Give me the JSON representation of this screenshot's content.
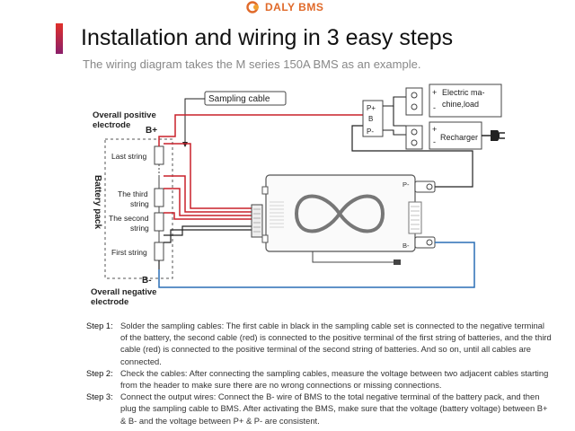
{
  "brand": {
    "name": "DALY BMS",
    "color": "#e06a2a"
  },
  "header": {
    "title": "Installation and wiring in 3 easy steps",
    "subtitle": "The wiring diagram takes the M series 150A BMS as an example."
  },
  "diagram": {
    "sampling_cable": "Sampling cable",
    "overall_positive": "Overall positive",
    "electrode_pos": "electrode",
    "b_plus": "B+",
    "b_minus": "B-",
    "overall_negative": "Overall negative",
    "electrode_neg": "electrode",
    "battery_pack": "Battery pack",
    "last_string": "Last string",
    "third_string_1": "The third",
    "third_string_2": "string",
    "second_string_1": "The second",
    "second_string_2": "string",
    "first_string": "First string",
    "conn_p_plus": "P+",
    "conn_b": "B",
    "conn_p_minus": "P-",
    "electric_machine_1": "Electric ma-",
    "electric_machine_2": "chine,load",
    "recharger": "Recharger",
    "bms_p_minus": "P-",
    "bms_b_minus": "B-",
    "plus_sign": "+",
    "minus_sign": "-",
    "colors": {
      "red": "#c8202a",
      "blue": "#2a6fb5",
      "black": "#222222"
    }
  },
  "steps": [
    {
      "label": "Step 1:",
      "text": "Solder the sampling cables: The first cable in black in the sampling cable set is connected to the negative terminal of the battery, the second cable (red) is connected to the positive terminal of the first string of batteries, and the third cable (red) is connected to the positive terminal of the second string of batteries. And so on, until all cables are connected."
    },
    {
      "label": "Step 2:",
      "text": "Check the cables: After connecting the sampling cables, measure the voltage between two adjacent cables starting from the header to make sure there are no wrong connections or missing connections."
    },
    {
      "label": "Step 3:",
      "text": "Connect the output wires: Connect the B- wire of BMS to the total negative terminal of the battery pack, and then plug the sampling cable to BMS. After activating the BMS, make sure that the voltage (battery voltage) between B+ & B- and the voltage between P+ & P- are consistent."
    }
  ]
}
